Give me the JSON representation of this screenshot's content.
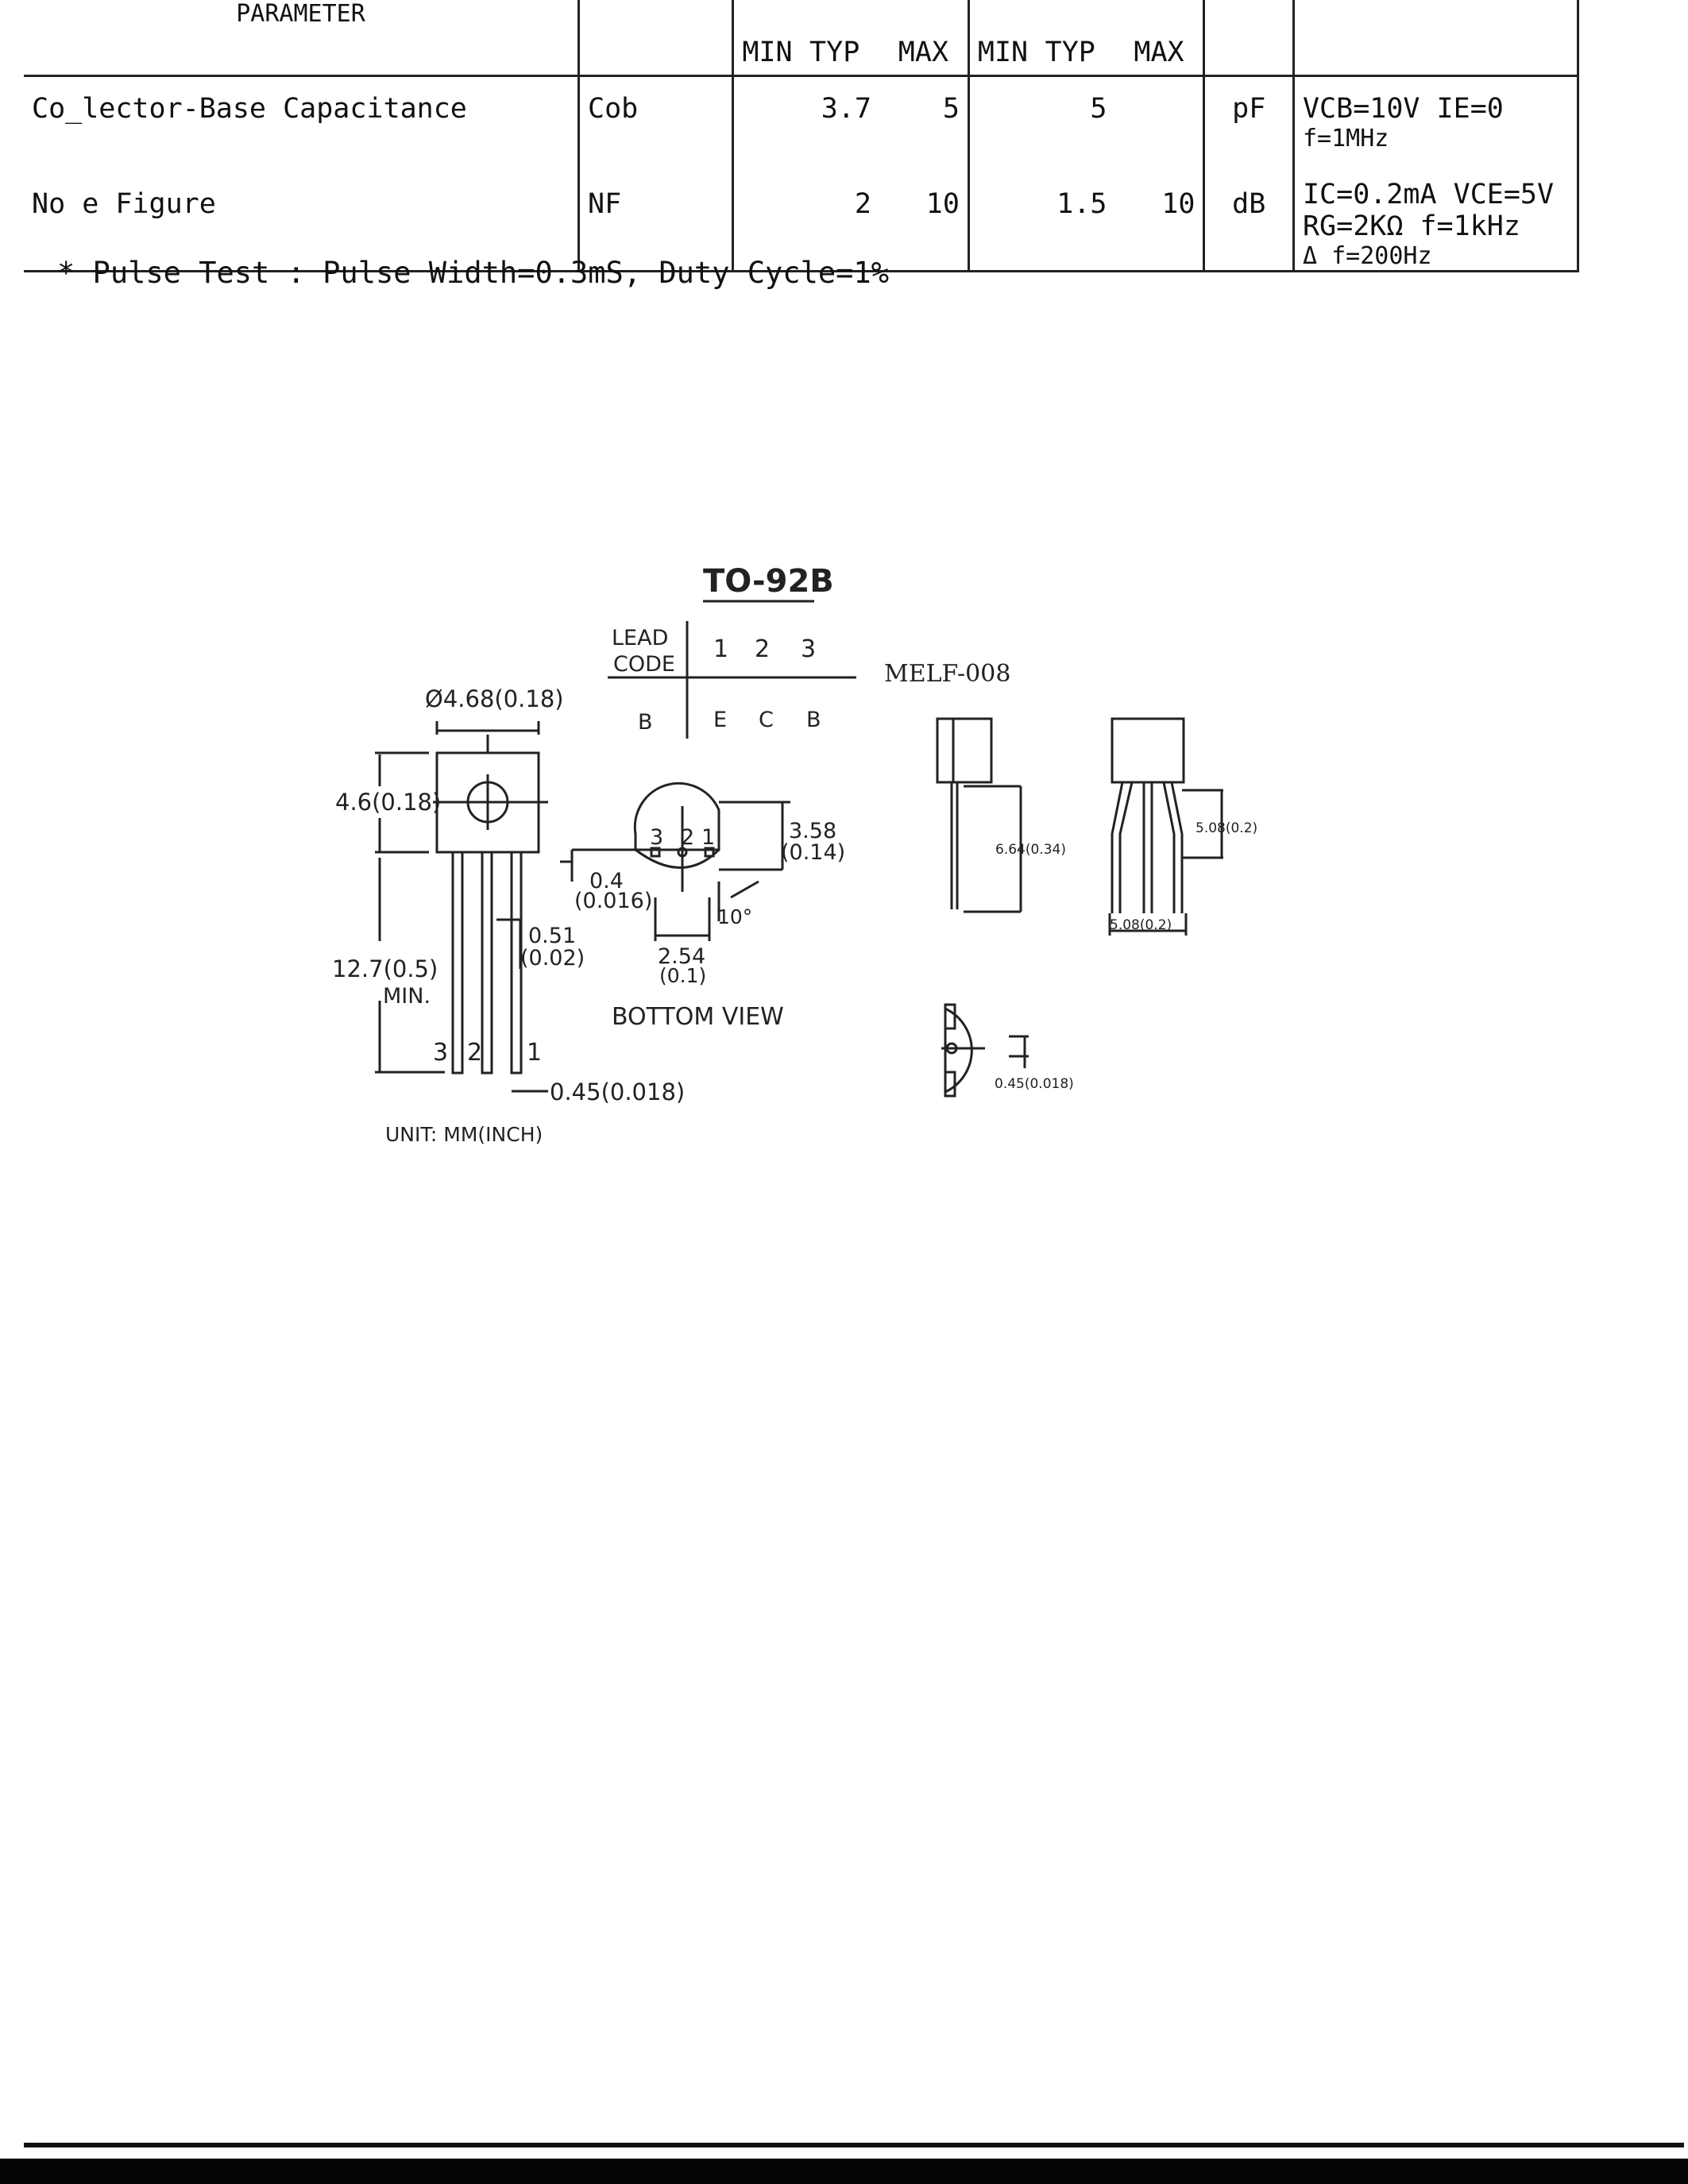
{
  "table": {
    "header": {
      "parameter": "PARAMETER",
      "sub_cols": [
        "MIN",
        "TYP",
        "MAX",
        "MIN",
        "TYP",
        "MAX"
      ]
    },
    "rows": [
      {
        "parameter": "Co_lector-Base Capacitance",
        "symbol": "Cob",
        "g1": [
          "",
          "3.7",
          "5"
        ],
        "g2": [
          "",
          "5",
          ""
        ],
        "unit": "pF",
        "conditions": [
          "VCB=10V  IE=0",
          "f=1MHz"
        ]
      },
      {
        "parameter": "No e Figure",
        "symbol": "NF",
        "g1": [
          "",
          "2",
          "10"
        ],
        "g2": [
          "",
          "1.5",
          "10"
        ],
        "unit": "dB",
        "conditions": [
          "IC=0.2mA VCE=5V",
          "RG=2KΩ  f=1kHz",
          "Δ f=200Hz"
        ]
      }
    ]
  },
  "footnote": "* Pulse Test : Pulse Width=0.3mS, Duty Cycle=1%",
  "drawing": {
    "title": "TO-92B",
    "lead_code": {
      "label_line1": "LEAD",
      "label_line2": "CODE",
      "pins": [
        "1",
        "2",
        "3"
      ],
      "code": "B",
      "assign": [
        "E",
        "C",
        "B"
      ]
    },
    "melf_label": "MELF-008",
    "dims": {
      "diameter": "Ø4.68(0.18)",
      "body_height": "4.6(0.18)",
      "lead_length": "12.7(0.5)",
      "lead_length_min": "MIN.",
      "lead_spacing": "0.51",
      "lead_spacing_in": "(0.02)",
      "lead_width": "0.45(0.018)",
      "flat_height": "3.58",
      "flat_height_in": "(0.14)",
      "flat_offset": "0.4",
      "flat_offset_in": "(0.016)",
      "angle": "10°",
      "pitch": "2.54",
      "pitch_in": "(0.1)",
      "melf_len": "6.64(0.34)",
      "melf_bend": "5.08(0.2)",
      "melf_span": "5.08(0.2)",
      "melf_lead": "0.45(0.018)"
    },
    "bottom_view": "BOTTOM VIEW",
    "pin_labels_front": [
      "3",
      "2",
      "1"
    ],
    "pin_labels_bottom": [
      "3",
      "2",
      "1"
    ],
    "unit_note": "UNIT: MM(INCH)"
  }
}
